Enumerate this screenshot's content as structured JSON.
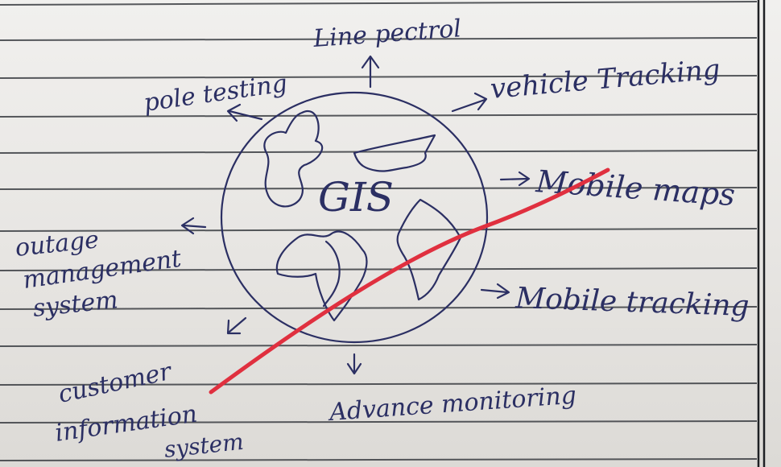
{
  "notebook": {
    "ink_color": "#2b2f63",
    "rule_color": "#3a3d42",
    "strike_color": "#e0303f"
  },
  "diagram": {
    "center_label": "GIS",
    "labels": {
      "top": "Line pectrol",
      "upper_left": "pole testing",
      "upper_right": "vehicle Tracking",
      "right": "Mobile maps",
      "lower_right": "Mobile tracking",
      "bottom": "Advance monitoring",
      "left_line1": "outage",
      "left_line2": "management",
      "left_line3": "system",
      "lower_left_line1": "customer",
      "lower_left_line2": "information",
      "lower_left_line3": "system"
    }
  }
}
